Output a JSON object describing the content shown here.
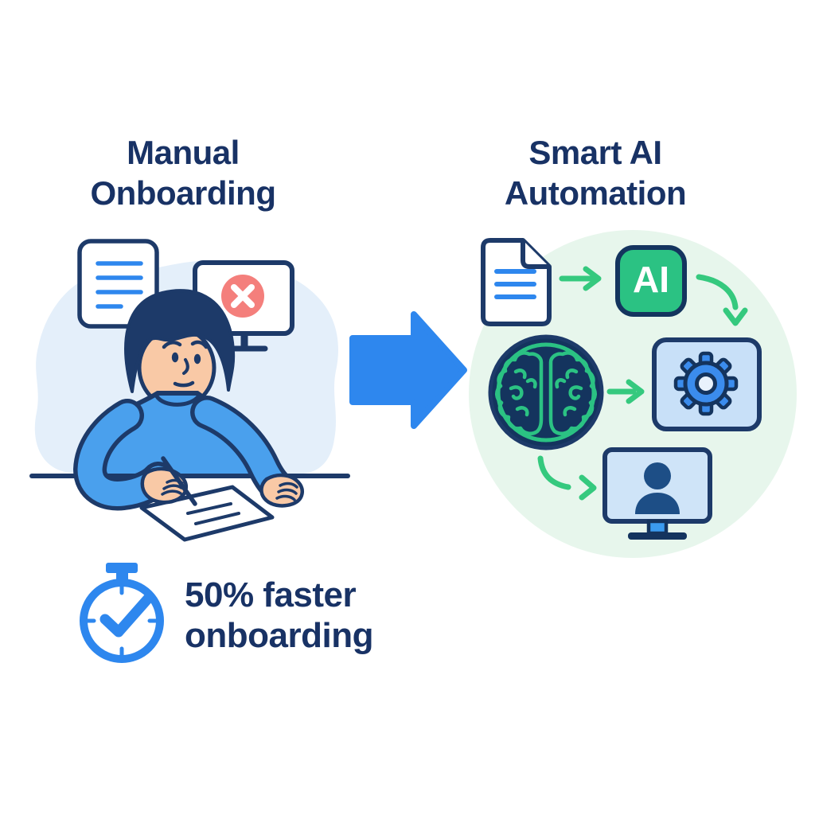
{
  "titles": {
    "left": "Manual Onboarding",
    "right": "Smart AI Automation"
  },
  "stat": {
    "label": "50% faster onboarding",
    "icon": "stopwatch-icon"
  },
  "ai_badge": {
    "label": "AI"
  },
  "icons": {
    "left_panel": [
      "document-card-icon",
      "error-monitor-icon",
      "person-writing-illustration",
      "stopwatch-icon"
    ],
    "center": [
      "transition-arrow-icon"
    ],
    "right_panel": [
      "document-icon",
      "flow-arrow-right-icon",
      "ai-badge-icon",
      "flow-arrow-curve-down-icon",
      "brain-icon",
      "flow-arrow-right-icon",
      "gear-panel-icon",
      "flow-arrow-curve-right-icon",
      "user-monitor-icon"
    ]
  },
  "colors": {
    "outline_navy": "#1d3a69",
    "deep_navy": "#14345e",
    "title_navy": "#183265",
    "accent_blue": "#2e87ee",
    "sweater_blue": "#4aa0ed",
    "left_blob_blue": "#e4effa",
    "screen_blue": "#cfe4f8",
    "panel_blue": "#c8e0f8",
    "gear_blue": "#3b8ced",
    "mint_blob_green": "#e7f6ec",
    "badge_green": "#2bc283",
    "arrow_green": "#35c97e",
    "error_red": "#f47f7c",
    "skin_tone": "#f9c9a6"
  }
}
